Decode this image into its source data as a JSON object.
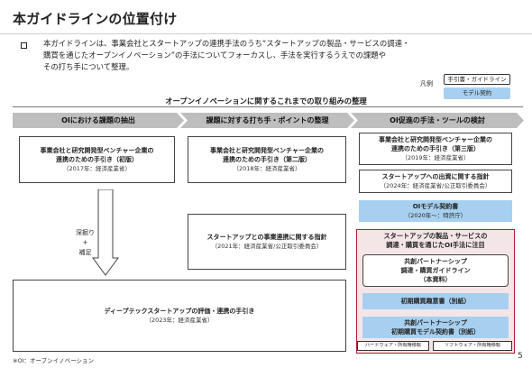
{
  "title": "本ガイドラインの位置付け",
  "intro": {
    "line1": "本ガイドラインは、事業会社とスタートアップの連携手法のうち“スタートアップの製品・サービスの調達・",
    "line2": "購買を通じたオープンイノベーション”の手法についてフォーカスし、手法を実行するうえでの課題や",
    "line3": "その打ち手について整理。"
  },
  "legend": {
    "label": "凡例",
    "item1": "手引書・ガイドライン",
    "item2": "モデル契約"
  },
  "section_title": "オープンイノベーションに関するこれまでの取り組みの整理",
  "columns": {
    "col1": "OIにおける課題の抽出",
    "col2": "課題に対する打ち手・ポイントの整理",
    "col3": "OI促進の手法・ツールの検討"
  },
  "boxes": {
    "c1_box1": {
      "l1": "事業会社と研究開発型ベンチャー企業の",
      "l2": "連携のための手引き（初版）",
      "l3": "（2017年：経済産業省）"
    },
    "c2_box1": {
      "l1": "事業会社と研究開発型ベンチャー企業の",
      "l2": "連携のための手引き（第二版）",
      "l3": "（2018年：経済産業省）"
    },
    "c3_box1": {
      "l1": "事業会社と研究開発型ベンチャー企業の",
      "l2": "連携のための手引き（第三版）",
      "l3": "（2019年：経済産業省）"
    },
    "c3_box2": {
      "l1": "スタートアップへの出資に関する指針",
      "l2": "（2024年：経済産業省/公正取引委員会）"
    },
    "c3_blue1": {
      "l1": "OIモデル契約書",
      "l2": "（2020年～：特許庁）"
    },
    "c2_box2": {
      "l1": "スタートアップとの事業連携に関する指針",
      "l2": "（2021年：経済産業省/公正取引委員会）"
    },
    "c1_bottom": {
      "l1": "ディープテックスタートアップの評価・連携の手引き",
      "l2": "（2023年：経済産業省）"
    }
  },
  "side_note": {
    "l1": "深掘り",
    "l2": "+",
    "l3": "補足"
  },
  "focus": {
    "title1": "スタートアップの製品・サービスの",
    "title2": "調達・購買を通じたOI手法に注目",
    "guide_l1": "共創パートナーシップ",
    "guide_l2": "調達・購買ガイドライン",
    "guide_l3": "（本資料）",
    "blue2": "初期購買趣意書（別紙）",
    "blue3_l1": "共創パートナーシップ",
    "blue3_l2": "初期購買モデル契約書（別紙）",
    "tag1": "ハードウェア・所有権移転",
    "tag2": "ソフトウェア・所有権移転"
  },
  "footer_note": "※OI：オープンイノベーション",
  "page_number": "5",
  "colors": {
    "gray_header": "#bebebe",
    "blue_box": "#a7d0f0",
    "red_frame": "#b21f2d"
  }
}
